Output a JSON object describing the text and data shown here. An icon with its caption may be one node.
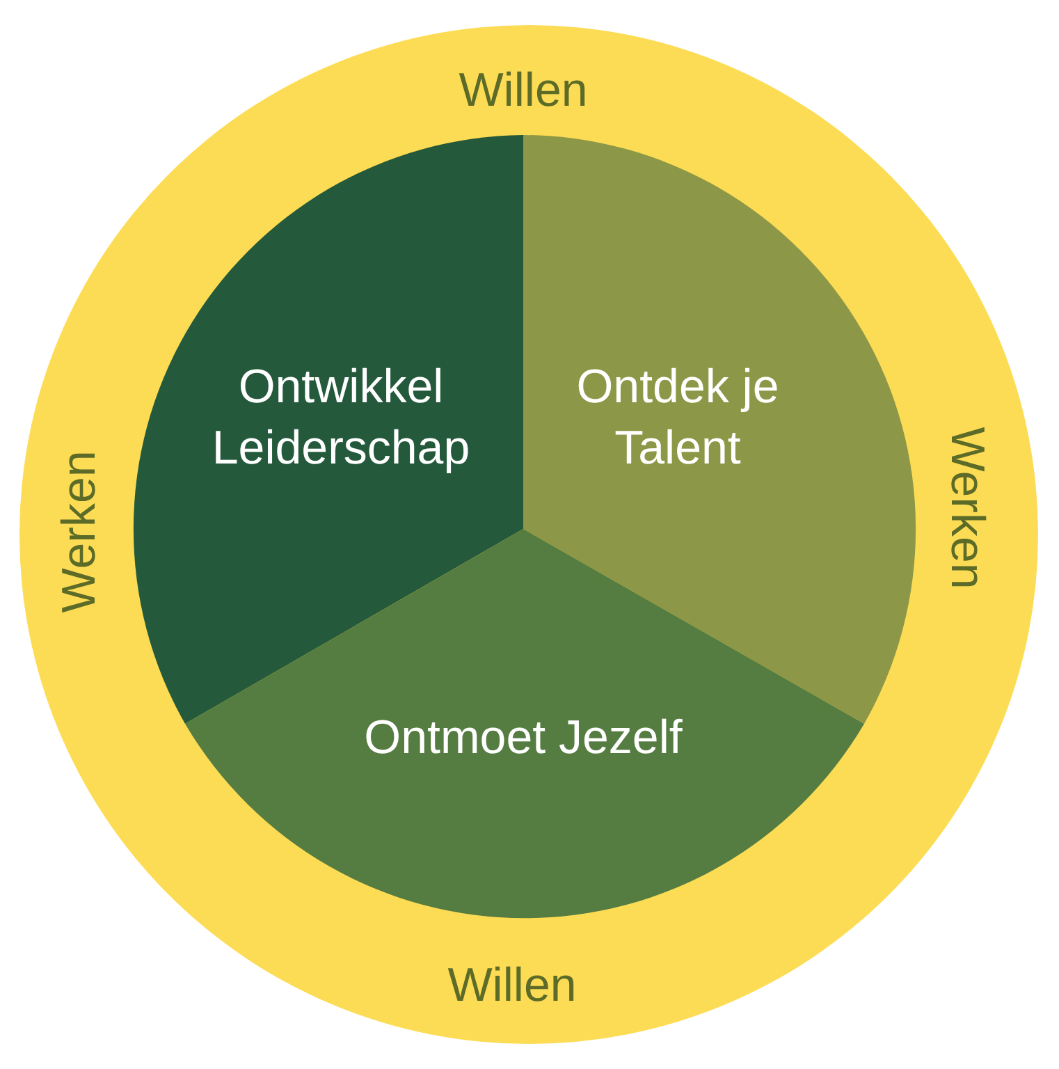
{
  "diagram": {
    "nodes": [
      {
        "text": [
          "Willen",
          "Werken",
          "Werken",
          "Willen"
        ]
      },
      {
        "text": [
          "Ontwikkel Leiderschap"
        ],
        "in": 0
      },
      {
        "text": [
          "Ontdek je Talent"
        ],
        "in": 0
      },
      {
        "text": [
          "Ontmoet Jezelf"
        ],
        "in": 0
      }
    ],
    "edges": []
  }
}
